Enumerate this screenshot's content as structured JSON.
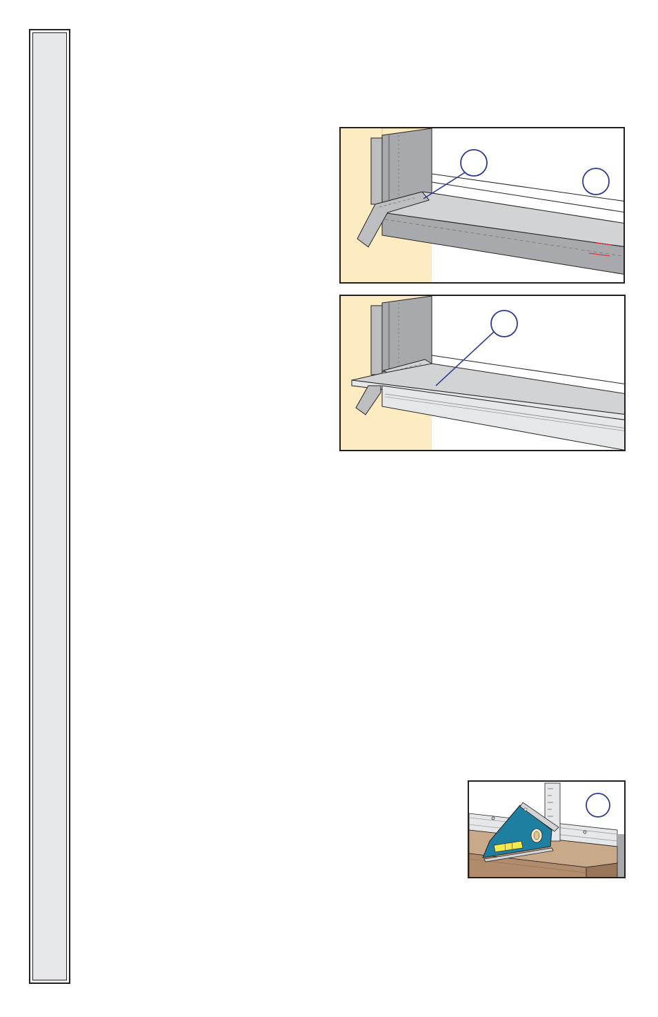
{
  "page": {
    "sidebar": {},
    "figures": [
      {
        "id": "fig-a",
        "callouts": [
          "",
          ""
        ]
      },
      {
        "id": "fig-b",
        "callouts": [
          ""
        ]
      },
      {
        "id": "fig-c",
        "callouts": [
          ""
        ]
      }
    ]
  },
  "colors": {
    "border": "#231f20",
    "sidebar_fill": "#e6e7e8",
    "wall": "#fdebc1",
    "flashing": "#a7a9ac",
    "sill_light": "#d1d3d4",
    "callout_line": "#2b3990",
    "level_teal": "#1e7fa0",
    "wood": "#c8a98a"
  }
}
